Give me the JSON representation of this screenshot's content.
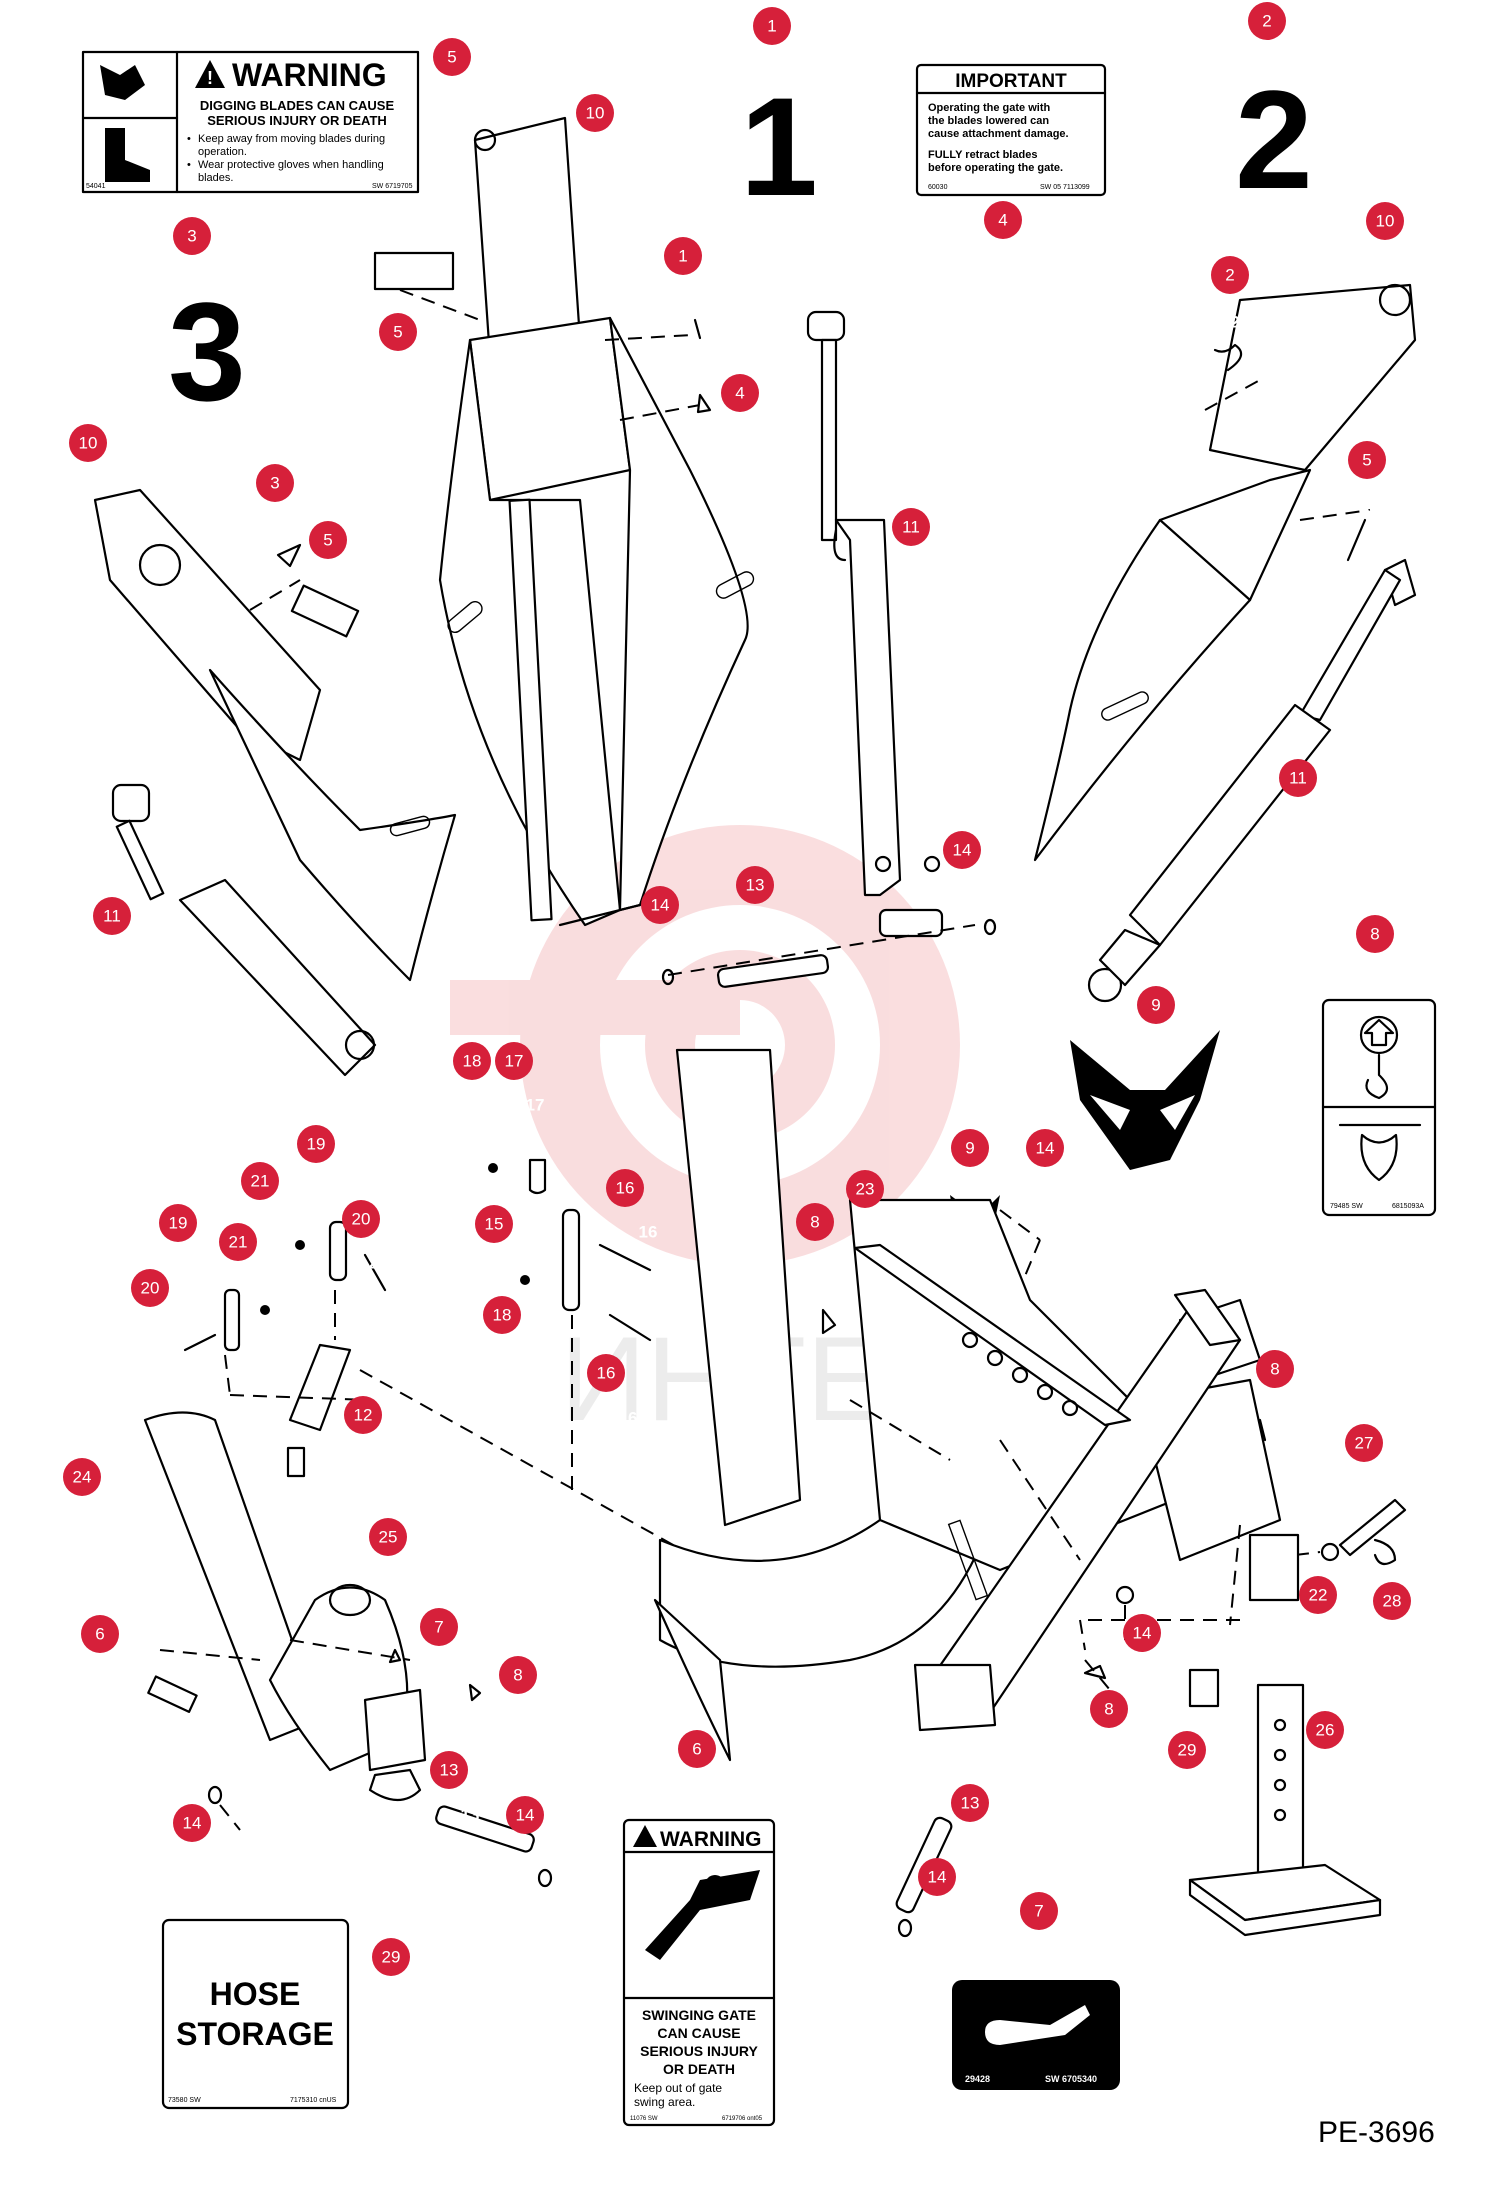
{
  "drawing_code": "PE-3696",
  "watermark": "ИНТЕХ",
  "view_numbers": [
    "1",
    "2",
    "3"
  ],
  "callouts": [
    {
      "id": "c-5-top",
      "num": "5"
    },
    {
      "id": "c-10-top",
      "num": "10"
    },
    {
      "id": "c-1-top",
      "num": "1"
    },
    {
      "id": "c-4-top",
      "num": "4"
    },
    {
      "id": "c-2-top",
      "num": "2"
    },
    {
      "id": "c-3-left",
      "num": "3"
    },
    {
      "id": "c-5-mid",
      "num": "5"
    },
    {
      "id": "c-1-mid",
      "num": "1"
    },
    {
      "id": "c-4-mid",
      "num": "4"
    },
    {
      "id": "c-10-right",
      "num": "10"
    },
    {
      "id": "c-2-right",
      "num": "2"
    },
    {
      "id": "c-5-right",
      "num": "5"
    },
    {
      "id": "c-10-left",
      "num": "10"
    },
    {
      "id": "c-3-lower",
      "num": "3"
    },
    {
      "id": "c-5-lower",
      "num": "5"
    },
    {
      "id": "c-11-center",
      "num": "11"
    },
    {
      "id": "c-11-right",
      "num": "11"
    },
    {
      "id": "c-11-left",
      "num": "11"
    },
    {
      "id": "c-14-a",
      "num": "14"
    },
    {
      "id": "c-14-b",
      "num": "14"
    },
    {
      "id": "c-13-a",
      "num": "13"
    },
    {
      "id": "c-14-c",
      "num": "14"
    },
    {
      "id": "c-8-decal",
      "num": "8"
    },
    {
      "id": "c-9-a",
      "num": "9"
    },
    {
      "id": "c-18-a",
      "num": "18"
    },
    {
      "id": "c-17",
      "num": "17"
    },
    {
      "id": "c-19-a",
      "num": "19"
    },
    {
      "id": "c-21-a",
      "num": "21"
    },
    {
      "id": "c-20-a",
      "num": "20"
    },
    {
      "id": "c-16-a",
      "num": "16"
    },
    {
      "id": "c-15",
      "num": "15"
    },
    {
      "id": "c-9-b",
      "num": "9"
    },
    {
      "id": "c-23",
      "num": "23"
    },
    {
      "id": "c-8-b",
      "num": "8"
    },
    {
      "id": "c-19-b",
      "num": "19"
    },
    {
      "id": "c-21-b",
      "num": "21"
    },
    {
      "id": "c-20-b",
      "num": "20"
    },
    {
      "id": "c-18-b",
      "num": "18"
    },
    {
      "id": "c-16-b",
      "num": "16"
    },
    {
      "id": "c-12",
      "num": "12"
    },
    {
      "id": "c-8-c",
      "num": "8"
    },
    {
      "id": "c-27",
      "num": "27"
    },
    {
      "id": "c-24",
      "num": "24"
    },
    {
      "id": "c-25",
      "num": "25"
    },
    {
      "id": "c-22",
      "num": "22"
    },
    {
      "id": "c-28",
      "num": "28"
    },
    {
      "id": "c-6-a",
      "num": "6"
    },
    {
      "id": "c-7-a",
      "num": "7"
    },
    {
      "id": "c-8-d",
      "num": "8"
    },
    {
      "id": "c-14-d",
      "num": "14"
    },
    {
      "id": "c-8-e",
      "num": "8"
    },
    {
      "id": "c-6-b",
      "num": "6"
    },
    {
      "id": "c-29-a",
      "num": "29"
    },
    {
      "id": "c-26",
      "num": "26"
    },
    {
      "id": "c-13-b",
      "num": "13"
    },
    {
      "id": "c-13-c",
      "num": "13"
    },
    {
      "id": "c-14-e",
      "num": "14"
    },
    {
      "id": "c-14-f",
      "num": "14"
    },
    {
      "id": "c-14-g",
      "num": "14"
    },
    {
      "id": "c-7-b",
      "num": "7"
    },
    {
      "id": "c-29-b",
      "num": "29"
    }
  ],
  "decals": {
    "warning_blades": {
      "header": "WARNING",
      "line1": "DIGGING BLADES CAN CAUSE",
      "line2": "SERIOUS INJURY OR DEATH",
      "bullet1a": "Keep away from moving blades during",
      "bullet1b": "operation.",
      "bullet2a": "Wear protective gloves when handling",
      "bullet2b": "blades.",
      "code_left": "54041",
      "code_right": "SW 6719705"
    },
    "important": {
      "header": "IMPORTANT",
      "line1": "Operating the gate with",
      "line2": "the blades lowered can",
      "line3": "cause attachment damage.",
      "line4": "FULLY retract blades",
      "line5": "before operating the gate.",
      "code_left": "60030",
      "code_right": "SW 05 7113099"
    },
    "lift": {
      "code_left": "79485 SW",
      "code_right": "6815093A"
    },
    "warning_gate": {
      "header": "WARNING",
      "line1": "SWINGING GATE",
      "line2": "CAN CAUSE",
      "line3": "SERIOUS INJURY",
      "line4": "OR DEATH",
      "line5": "Keep out of gate",
      "line6": "swing area.",
      "code_left": "11076 SW",
      "code_right": "6719706 ont05"
    },
    "hose_storage": {
      "line1": "HOSE",
      "line2": "STORAGE",
      "code_left": "73580 SW",
      "code_right": "7175310 cnUS"
    },
    "grease": {
      "code_left": "29428",
      "code_right": "SW 6705340"
    }
  }
}
